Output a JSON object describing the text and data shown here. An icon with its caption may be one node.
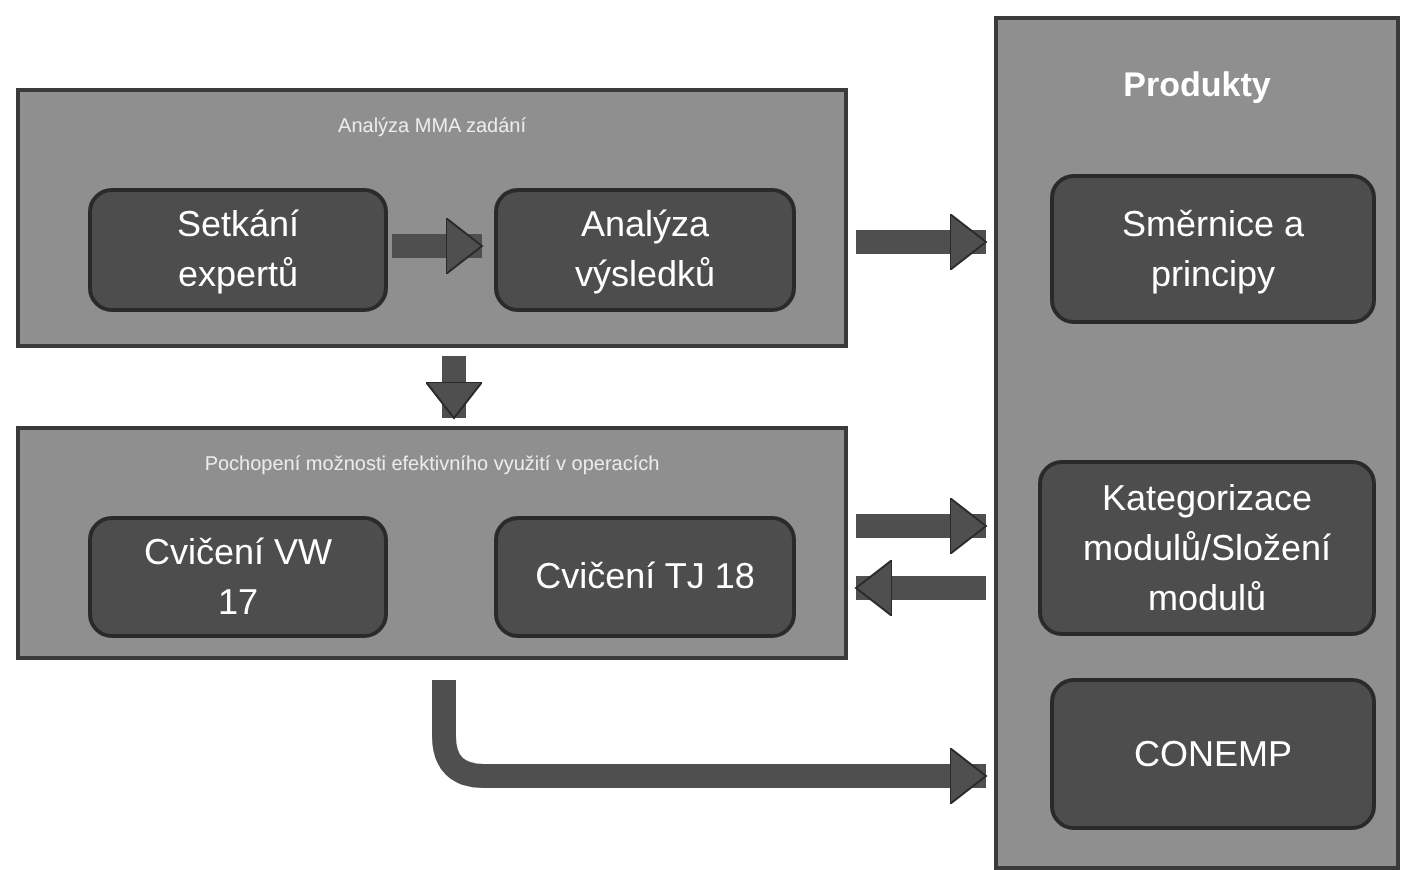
{
  "diagram": {
    "nodes": [
      {
        "text": [
          "Analýza MMA zadání"
        ]
      },
      {
        "text": [
          "Setkání expertů"
        ],
        "in": 0
      },
      {
        "text": [
          "Analýza výsledků"
        ],
        "in": 0
      },
      {
        "text": [
          "Pochopení možnosti efektivního využití v operacích"
        ]
      },
      {
        "text": [
          "Cvičení VW 17"
        ],
        "in": 3
      },
      {
        "text": [
          "Cvičení TJ 18"
        ],
        "in": 3
      },
      {
        "text": [
          "Produkty"
        ]
      },
      {
        "text": [
          "Směrnice a principy"
        ],
        "in": 6
      },
      {
        "text": [
          "Kategorizace modulů/Složení modulů"
        ],
        "in": 6
      },
      {
        "text": [
          "CONEMP"
        ],
        "in": 6
      }
    ],
    "edges": [
      {
        "from": 1,
        "to": 2,
        "arrow": "to"
      },
      {
        "from": 0,
        "to": 6,
        "arrow": "to"
      },
      {
        "from": 0,
        "to": 3,
        "arrow": "to"
      },
      {
        "from": 3,
        "to": 6,
        "arrow": "to"
      },
      {
        "from": 6,
        "to": 3,
        "arrow": "to"
      },
      {
        "from": 3,
        "to": 6,
        "arrow": "to"
      }
    ]
  }
}
